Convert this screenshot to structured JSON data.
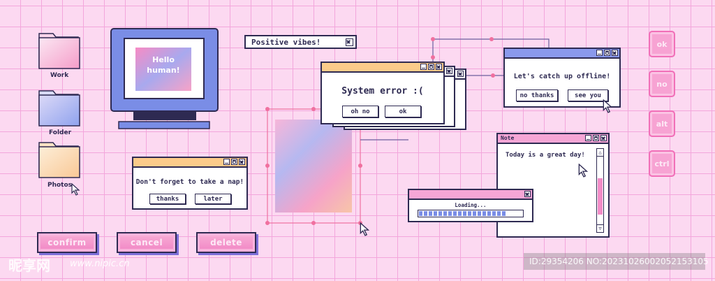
{
  "desktop": {
    "folders": [
      {
        "label": "Work"
      },
      {
        "label": "Folder"
      },
      {
        "label": "Photos"
      }
    ],
    "monitor_text": "Hello human!"
  },
  "positive_bar": {
    "label": "Positive vibes!"
  },
  "error_dialog": {
    "message": "System error :(",
    "buttons": [
      "oh no",
      "ok"
    ]
  },
  "catchup_dialog": {
    "message": "Let's catch up offline!",
    "buttons": [
      "no thanks",
      "see you"
    ]
  },
  "nap_dialog": {
    "message": "Don't forget to take a nap!",
    "buttons": [
      "thanks",
      "later"
    ]
  },
  "note_window": {
    "title": "Note",
    "text": "Today is a great day!"
  },
  "loading_window": {
    "label": "Loading...",
    "progress": 0.9
  },
  "bottom_buttons": [
    "confirm",
    "cancel",
    "delete"
  ],
  "side_buttons": [
    "ok",
    "no",
    "alt",
    "ctrl"
  ],
  "watermark": {
    "logo": "昵享网",
    "site": "www.nipic.cn",
    "id_text": "ID:29354206 NO:20231026002052153105"
  },
  "colors": {
    "background": "#fcd9f1",
    "grid": "#f3a6dc",
    "outline": "#2e2a52",
    "accent_pink": "#f28cc7",
    "accent_blue": "#8a99ec",
    "accent_orange": "#fbcb8a"
  }
}
